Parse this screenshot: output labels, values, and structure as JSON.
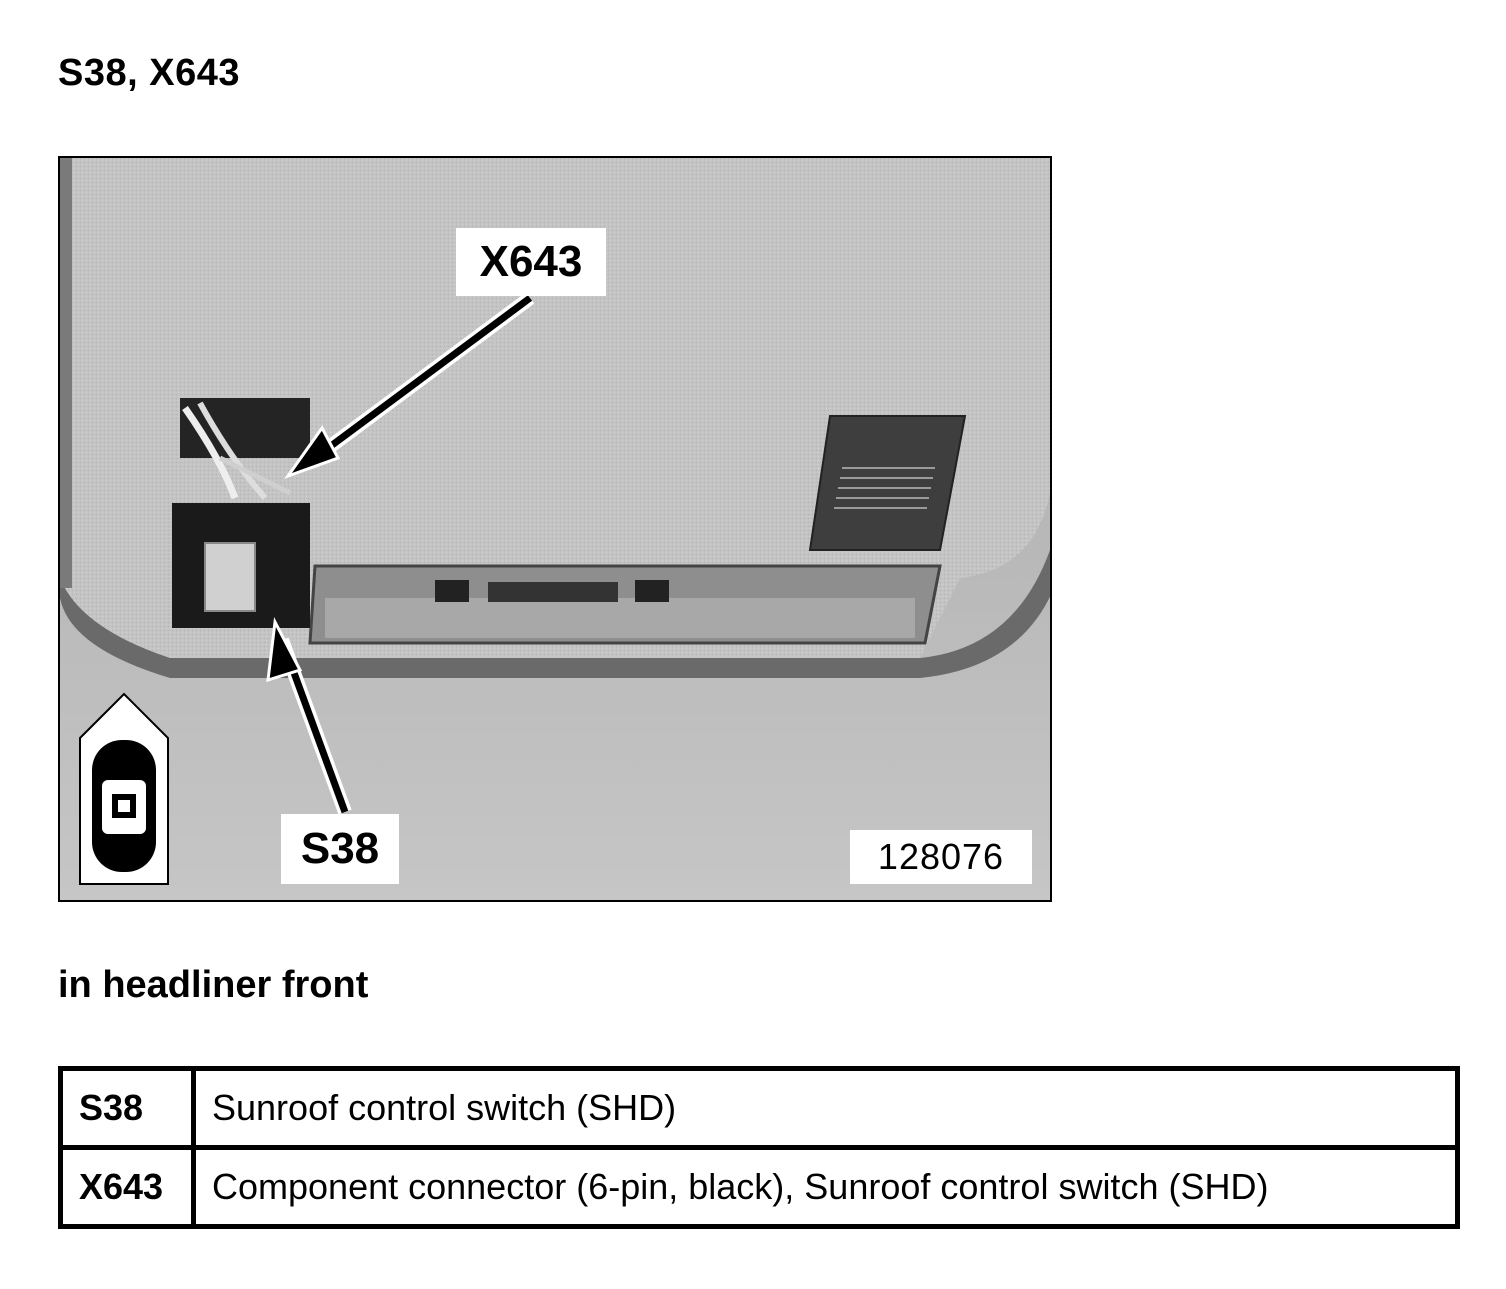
{
  "page": {
    "title": "S38, X643",
    "location": "in headliner front"
  },
  "figure": {
    "callout_top": "X643",
    "callout_bottom": "S38",
    "figure_number": "128076"
  },
  "legend": [
    {
      "code": "S38",
      "description": "Sunroof control switch (SHD)"
    },
    {
      "code": "X643",
      "description": "Component connector (6-pin, black), Sunroof control switch (SHD)"
    }
  ]
}
